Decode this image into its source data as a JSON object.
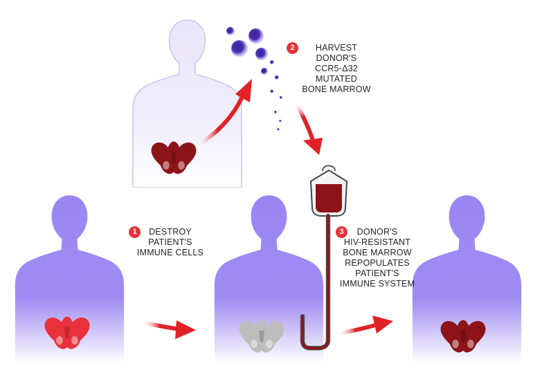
{
  "steps": [
    {
      "number": "1",
      "lines": [
        "DESTROY",
        "PATIENT'S",
        "IMMUNE CELLS"
      ]
    },
    {
      "number": "2",
      "lines": [
        "HARVEST",
        "DONOR'S",
        "CCR5-Δ32",
        "MUTATED",
        "BONE MARROW"
      ]
    },
    {
      "number": "3",
      "lines": [
        "DONOR'S",
        "HIV-RESISTANT",
        "BONE MARROW",
        "REPOPULATES",
        "PATIENT'S",
        "IMMUNE SYSTEM"
      ]
    }
  ],
  "colors": {
    "badge": "#e8313b",
    "arrow": "#e02228",
    "donor_body": "#ece8fb",
    "patient_body": "#9a86f2",
    "pelvis_dark": "#8c1419",
    "pelvis_red": "#e8313b",
    "pelvis_gray": "#bdbdbd",
    "cells": "#4a2fb0",
    "blood": "#8c1419"
  },
  "icons": {
    "donor": "human-silhouette-icon",
    "patient": "human-silhouette-icon",
    "pelvis": "pelvis-bone-icon",
    "bag": "blood-transfusion-bag-icon",
    "cells": "bone-marrow-cell-icon",
    "arrow": "curved-arrow-icon"
  }
}
